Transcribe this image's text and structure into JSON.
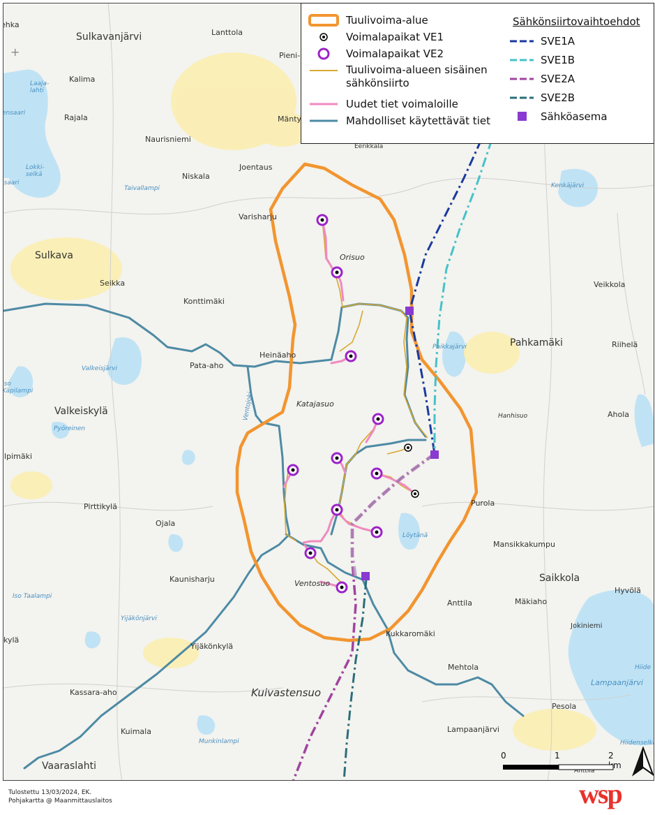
{
  "legend": {
    "items": [
      {
        "key": "area",
        "label": "Tuulivoima-alue"
      },
      {
        "key": "ve1",
        "label": "Voimalapaikat VE1"
      },
      {
        "key": "ve2",
        "label": "Voimalapaikat VE2"
      },
      {
        "key": "internal",
        "label_line1": "Tuulivoima-alueen sisäinen",
        "label_line2": "sähkönsiirto"
      },
      {
        "key": "newroads",
        "label": "Uudet tiet voimaloille"
      },
      {
        "key": "roads",
        "label": "Mahdolliset käytettävät tiet"
      }
    ],
    "transmission_title": "Sähkönsiirtovaihtoehdot",
    "transmission": [
      {
        "label": "SVE1A",
        "color": "#1a3a9e"
      },
      {
        "label": "SVE1B",
        "color": "#46c2c8"
      },
      {
        "label": "SVE2A",
        "color": "#a0449e"
      },
      {
        "label": "SVE2B",
        "color": "#2b6e7a"
      }
    ],
    "substation_label": "Sähköasema"
  },
  "colors": {
    "area": "#f2952f",
    "ve2": "#9b22c8",
    "internal": "#d8a82f",
    "newroads": "#f08ac0",
    "roads": "#4d8aa4",
    "substation": "#8a3ad0",
    "water": "#bfe3f5",
    "settlement": "#fbeeb0"
  },
  "places": [
    {
      "name": "Sulkavanjärvi",
      "style": "big"
    },
    {
      "name": "Lanttola"
    },
    {
      "name": "Pieni-S"
    },
    {
      "name": "Kalima"
    },
    {
      "name": "Rajala"
    },
    {
      "name": "Mäntyni"
    },
    {
      "name": "Naurisniemi"
    },
    {
      "name": "Eerikkala"
    },
    {
      "name": "Joentaus"
    },
    {
      "name": "Niskala"
    },
    {
      "name": "Varisharju"
    },
    {
      "name": "Orisuo",
      "style": "italic"
    },
    {
      "name": "Sulkava",
      "style": "big"
    },
    {
      "name": "Seikka"
    },
    {
      "name": "Konttimäki"
    },
    {
      "name": "Veikkola"
    },
    {
      "name": "Pahkamäki",
      "style": "big"
    },
    {
      "name": "Riihelä"
    },
    {
      "name": "Heinäaho"
    },
    {
      "name": "Pata-aho"
    },
    {
      "name": "Valkeiskylä",
      "style": "big"
    },
    {
      "name": "Katajasuo",
      "style": "italic"
    },
    {
      "name": "Hanhisuo",
      "style": "italic"
    },
    {
      "name": "Ahola"
    },
    {
      "name": "ilpimäki"
    },
    {
      "name": "Purola"
    },
    {
      "name": "Pirttikylä"
    },
    {
      "name": "Ojala"
    },
    {
      "name": "Mansikkakumpu"
    },
    {
      "name": "Saikkola",
      "style": "big"
    },
    {
      "name": "Kaunisharju"
    },
    {
      "name": "Ventosuo",
      "style": "italic"
    },
    {
      "name": "Anttila"
    },
    {
      "name": "Mäkiaho"
    },
    {
      "name": "Hyvölä"
    },
    {
      "name": "kylä"
    },
    {
      "name": "Yijäkönkylä"
    },
    {
      "name": "Kukkaromäki"
    },
    {
      "name": "Jokiniemi"
    },
    {
      "name": "Mehtola"
    },
    {
      "name": "Kuivastensuo",
      "style": "large-italic"
    },
    {
      "name": "Kassara-aho"
    },
    {
      "name": "Pesola"
    },
    {
      "name": "Kuimala"
    },
    {
      "name": "Lampaanjärvi"
    },
    {
      "name": "Vaaraslahti",
      "style": "big"
    },
    {
      "name": "Anttila"
    },
    {
      "name": "ehka"
    }
  ],
  "water_labels": [
    {
      "name": "Laaja-\nlahti"
    },
    {
      "name": "ensaari"
    },
    {
      "name": "Lokki-\nselkä"
    },
    {
      "name": "isaari"
    },
    {
      "name": "Taivallampi"
    },
    {
      "name": "Kenkäjärvi"
    },
    {
      "name": "Valkeisjärvi"
    },
    {
      "name": "Iso\nKäpilampi"
    },
    {
      "name": "Paikkajärvi"
    },
    {
      "name": "Ventojoki"
    },
    {
      "name": "Pyöreinen"
    },
    {
      "name": "Löytänä"
    },
    {
      "name": "Iso Taalampi"
    },
    {
      "name": "Yijäkönjärvi"
    },
    {
      "name": "Lampaanjärvi"
    },
    {
      "name": "Hiide"
    },
    {
      "name": "Munkinlampi"
    },
    {
      "name": "Hiidenselkä"
    }
  ],
  "scale": {
    "labels": [
      "0",
      "1",
      "2 km"
    ]
  },
  "footer": {
    "line1": "Tulostettu 13/03/2024, EK.",
    "line2": "Pohjakartta @ Maanmittauslaitos"
  },
  "logo_text": "wsp"
}
